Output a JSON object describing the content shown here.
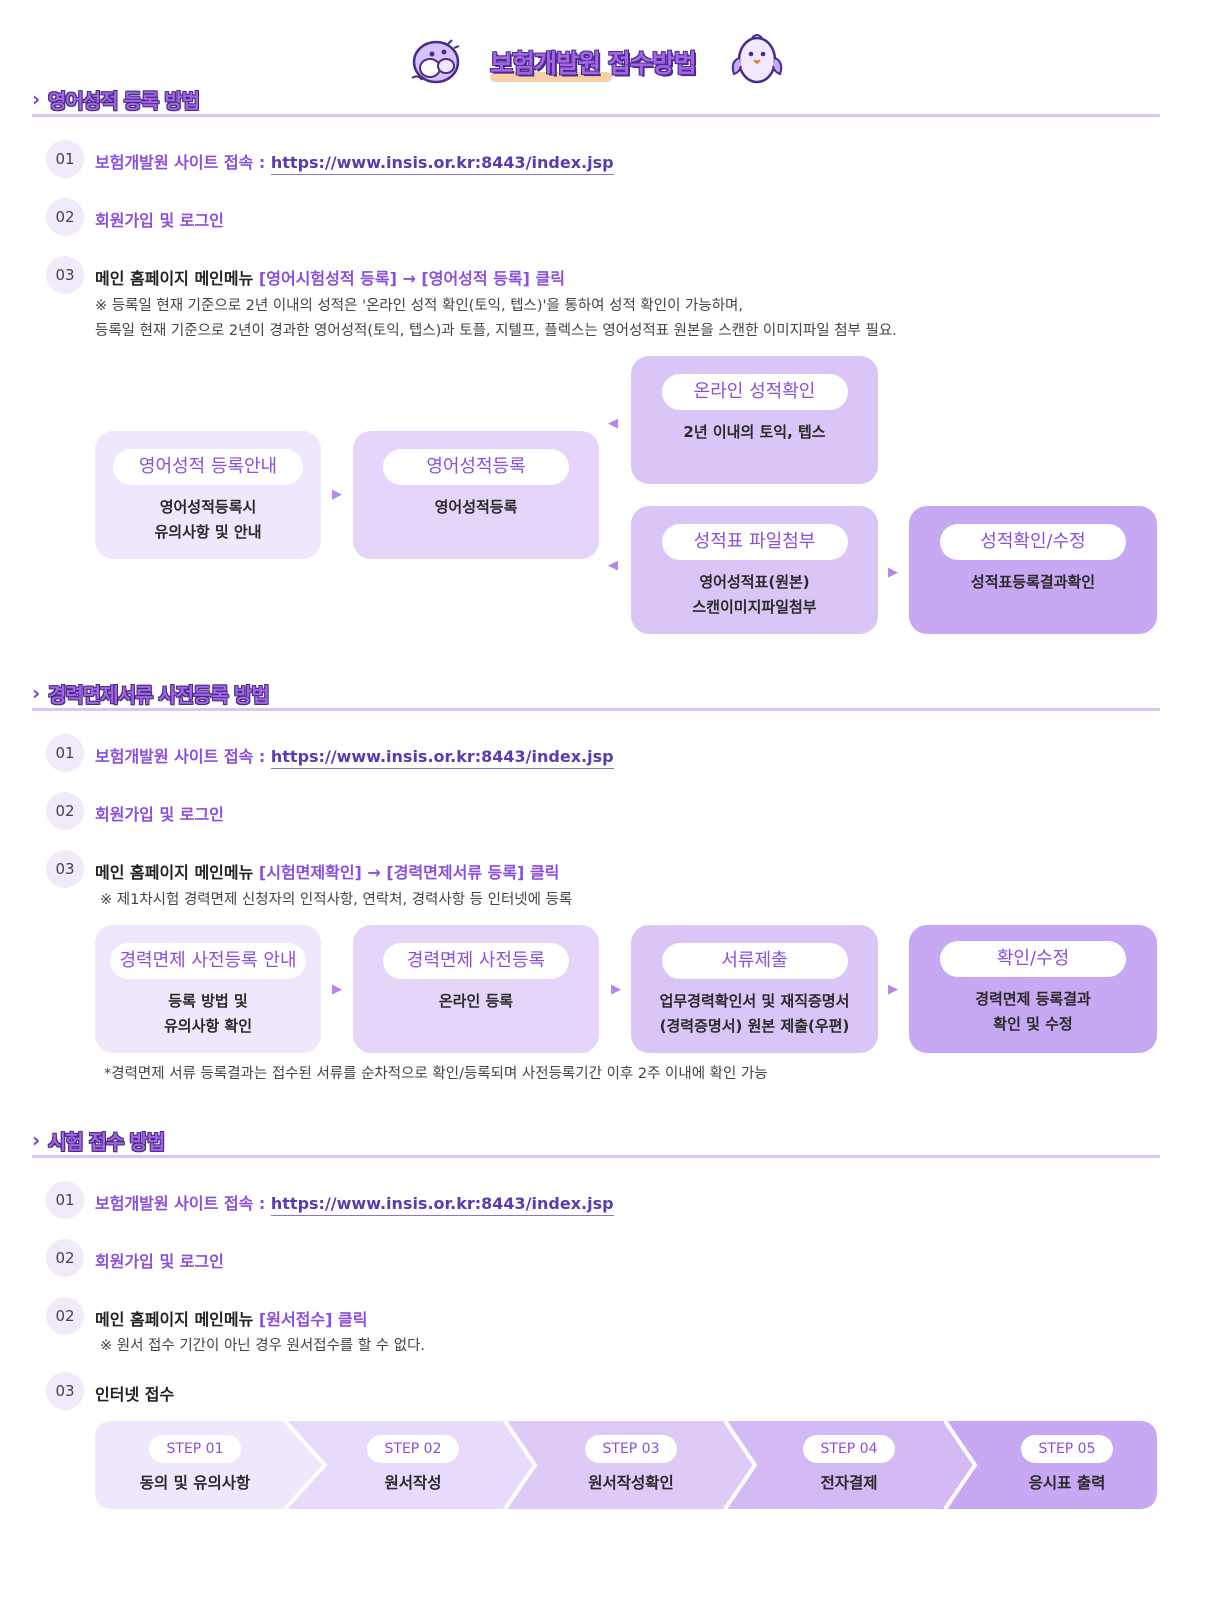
{
  "header": {
    "title": "보험개발원 접수방법"
  },
  "sections": [
    {
      "title": "영어성적 등록 방법",
      "steps": [
        {
          "num": "01",
          "label": "보험개발원 사이트 접속 :",
          "url": "https://www.insis.or.kr:8443/index.jsp"
        },
        {
          "num": "02",
          "label": "회원가입 및 로그인"
        },
        {
          "num": "03",
          "label": "메인 홈페이지 메인메뉴",
          "highlight": "[영어시험성적 등록] → [영어성적 등록] 클릭"
        }
      ],
      "notes": [
        "※ 등록일 현재 기준으로 2년 이내의 성적은 '온라인 성적 확인(토익, 텝스)'을 통하여 성적 확인이 가능하며,",
        "등록일 현재 기준으로 2년이 경과한 영어성적(토익, 텝스)과 토플, 지텔프, 플렉스는 영어성적표 원본을 스캔한 이미지파일 첨부 필요."
      ],
      "cards": [
        {
          "title": "영어성적 등록안내",
          "lines": [
            "영어성적등록시",
            "유의사항 및 안내"
          ]
        },
        {
          "title": "영어성적등록",
          "lines": [
            "영어성적등록"
          ]
        },
        {
          "title": "온라인 성적확인",
          "lines": [
            "2년 이내의 토익, 텝스"
          ]
        },
        {
          "title": "성적표 파일첨부",
          "lines": [
            "영어성적표(원본)",
            "스캔이미지파일첨부"
          ]
        },
        {
          "title": "성적확인/수정",
          "lines": [
            "성적표등록결과확인"
          ]
        }
      ]
    },
    {
      "title": "경력면제서류 사전등록 방법",
      "steps": [
        {
          "num": "01",
          "label": "보험개발원 사이트 접속 :",
          "url": "https://www.insis.or.kr:8443/index.jsp"
        },
        {
          "num": "02",
          "label": "회원가입 및 로그인"
        },
        {
          "num": "03",
          "label": "메인 홈페이지 메인메뉴",
          "highlight": "[시험면제확인] → [경력면제서류 등록] 클릭"
        }
      ],
      "notes": [
        "※ 제1차시험 경력면제 신청자의 인적사항, 연락처, 경력사항 등 인터넷에 등록"
      ],
      "cards": [
        {
          "title": "경력면제 사전등록 안내",
          "lines": [
            "등록 방법 및",
            "유의사항 확인"
          ]
        },
        {
          "title": "경력면제 사전등록",
          "lines": [
            "온라인 등록"
          ]
        },
        {
          "title": "서류제출",
          "lines": [
            "업무경력확인서 및 재직증명서",
            "(경력증명서) 원본 제출(우편)"
          ]
        },
        {
          "title": "확인/수정",
          "lines": [
            "경력면제 등록결과",
            "확인 및 수정"
          ]
        }
      ],
      "footnote": "*경력면제 서류 등록결과는 접수된 서류를 순차적으로 확인/등록되며 사전등록기간 이후 2주 이내에 확인 가능"
    },
    {
      "title": "시험 접수 방법",
      "steps": [
        {
          "num": "01",
          "label": "보험개발원 사이트 접속 :",
          "url": "https://www.insis.or.kr:8443/index.jsp"
        },
        {
          "num": "02",
          "label": "회원가입 및 로그인"
        },
        {
          "num": "02",
          "label": "메인 홈페이지 메인메뉴",
          "highlight": "[원서접수] 클릭"
        },
        {
          "num": "03",
          "label": "인터넷 접수"
        }
      ],
      "notes": [
        "※ 원서 접수 기간이 아닌 경우 원서접수를 할 수 없다."
      ],
      "stepbar": [
        {
          "step": "STEP 01",
          "label": "동의 및 유의사항"
        },
        {
          "step": "STEP 02",
          "label": "원서작성"
        },
        {
          "step": "STEP 03",
          "label": "원서작성확인"
        },
        {
          "step": "STEP 04",
          "label": "전자결제"
        },
        {
          "step": "STEP 05",
          "label": "응시표 출력"
        }
      ]
    }
  ]
}
